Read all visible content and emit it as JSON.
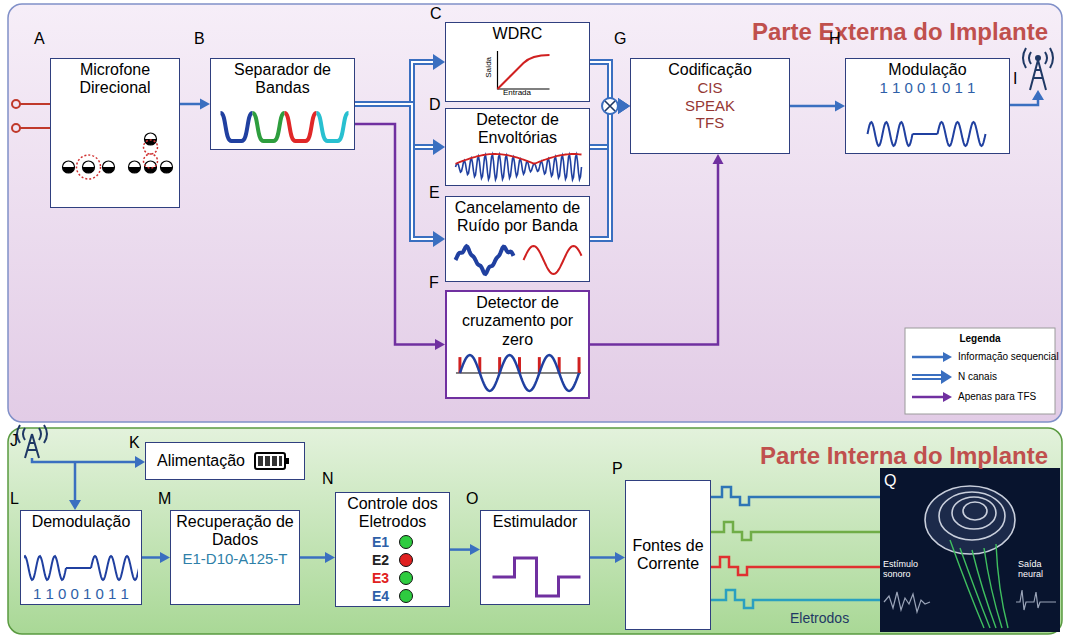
{
  "diagram": {
    "nodes": [
      {
        "text": [
          "Parte Externa do Implante"
        ]
      },
      {
        "text": [
          "Microfone Direcional"
        ],
        "in": 0
      },
      {
        "text": [
          "Separador de Bandas"
        ],
        "in": 0
      },
      {
        "text": [
          "WDRC"
        ],
        "in": 0
      },
      {
        "text": [
          "Detector de Envoltórias"
        ],
        "in": 0
      },
      {
        "text": [
          "Cancelamento de Ruído por Banda"
        ],
        "in": 0
      },
      {
        "text": [
          "Detector de cruzamento por zero"
        ],
        "in": 0
      },
      {
        "text": [
          "Codificação",
          "CIS",
          "SPEAK",
          "TFS"
        ],
        "in": 0
      },
      {
        "text": [
          "Modulação",
          "1 1 0 0 1 0 1 1"
        ],
        "in": 0
      },
      {
        "text": [
          "Parte Interna do Implante"
        ]
      },
      {
        "text": [
          "Alimentação"
        ],
        "in": 9
      },
      {
        "text": [
          "Demodulação",
          "1 1 0 0 1 0 1 1"
        ],
        "in": 9
      },
      {
        "text": [
          "Recuperação de Dados",
          "E1-D10-A125-T"
        ],
        "in": 9
      },
      {
        "text": [
          "Controle dos Eletrodos",
          "E1",
          "E2",
          "E3",
          "E4"
        ],
        "in": 9
      },
      {
        "text": [
          "Estimulador"
        ],
        "in": 9
      },
      {
        "text": [
          "Fontes de Corrente"
        ],
        "in": 9
      }
    ],
    "edges": [
      {
        "from": 1,
        "to": 2,
        "arrow": "to"
      },
      {
        "from": 2,
        "to": 3,
        "arrow": "to"
      },
      {
        "from": 2,
        "to": 4,
        "arrow": "to"
      },
      {
        "from": 2,
        "to": 5,
        "arrow": "to"
      },
      {
        "from": 2,
        "to": 6,
        "arrow": "to"
      },
      {
        "from": 3,
        "to": 7,
        "arrow": "to"
      },
      {
        "from": 4,
        "to": 7,
        "arrow": "to"
      },
      {
        "from": 5,
        "to": 7,
        "arrow": "to"
      },
      {
        "from": 6,
        "to": 7,
        "arrow": "to"
      },
      {
        "from": 7,
        "to": 8,
        "arrow": "to"
      },
      {
        "from": 11,
        "to": 12,
        "arrow": "to"
      },
      {
        "from": 12,
        "to": 13,
        "arrow": "to"
      },
      {
        "from": 13,
        "to": 14,
        "arrow": "to"
      },
      {
        "from": 14,
        "to": 15,
        "arrow": "to"
      }
    ],
    "labels": [
      "A",
      "B",
      "C",
      "D",
      "E",
      "F",
      "G",
      "H",
      "I",
      "Saída",
      "Entrada",
      "J",
      "K",
      "L",
      "M",
      "N",
      "O",
      "P",
      "Q",
      "Estímulo sonoro",
      "Saída neural",
      "Eletrodos",
      "Legenda"
    ],
    "legend": [
      {
        "text": "Informação sequencial"
      },
      {
        "text": "N canais"
      },
      {
        "text": "Apenas para TFS"
      }
    ]
  }
}
